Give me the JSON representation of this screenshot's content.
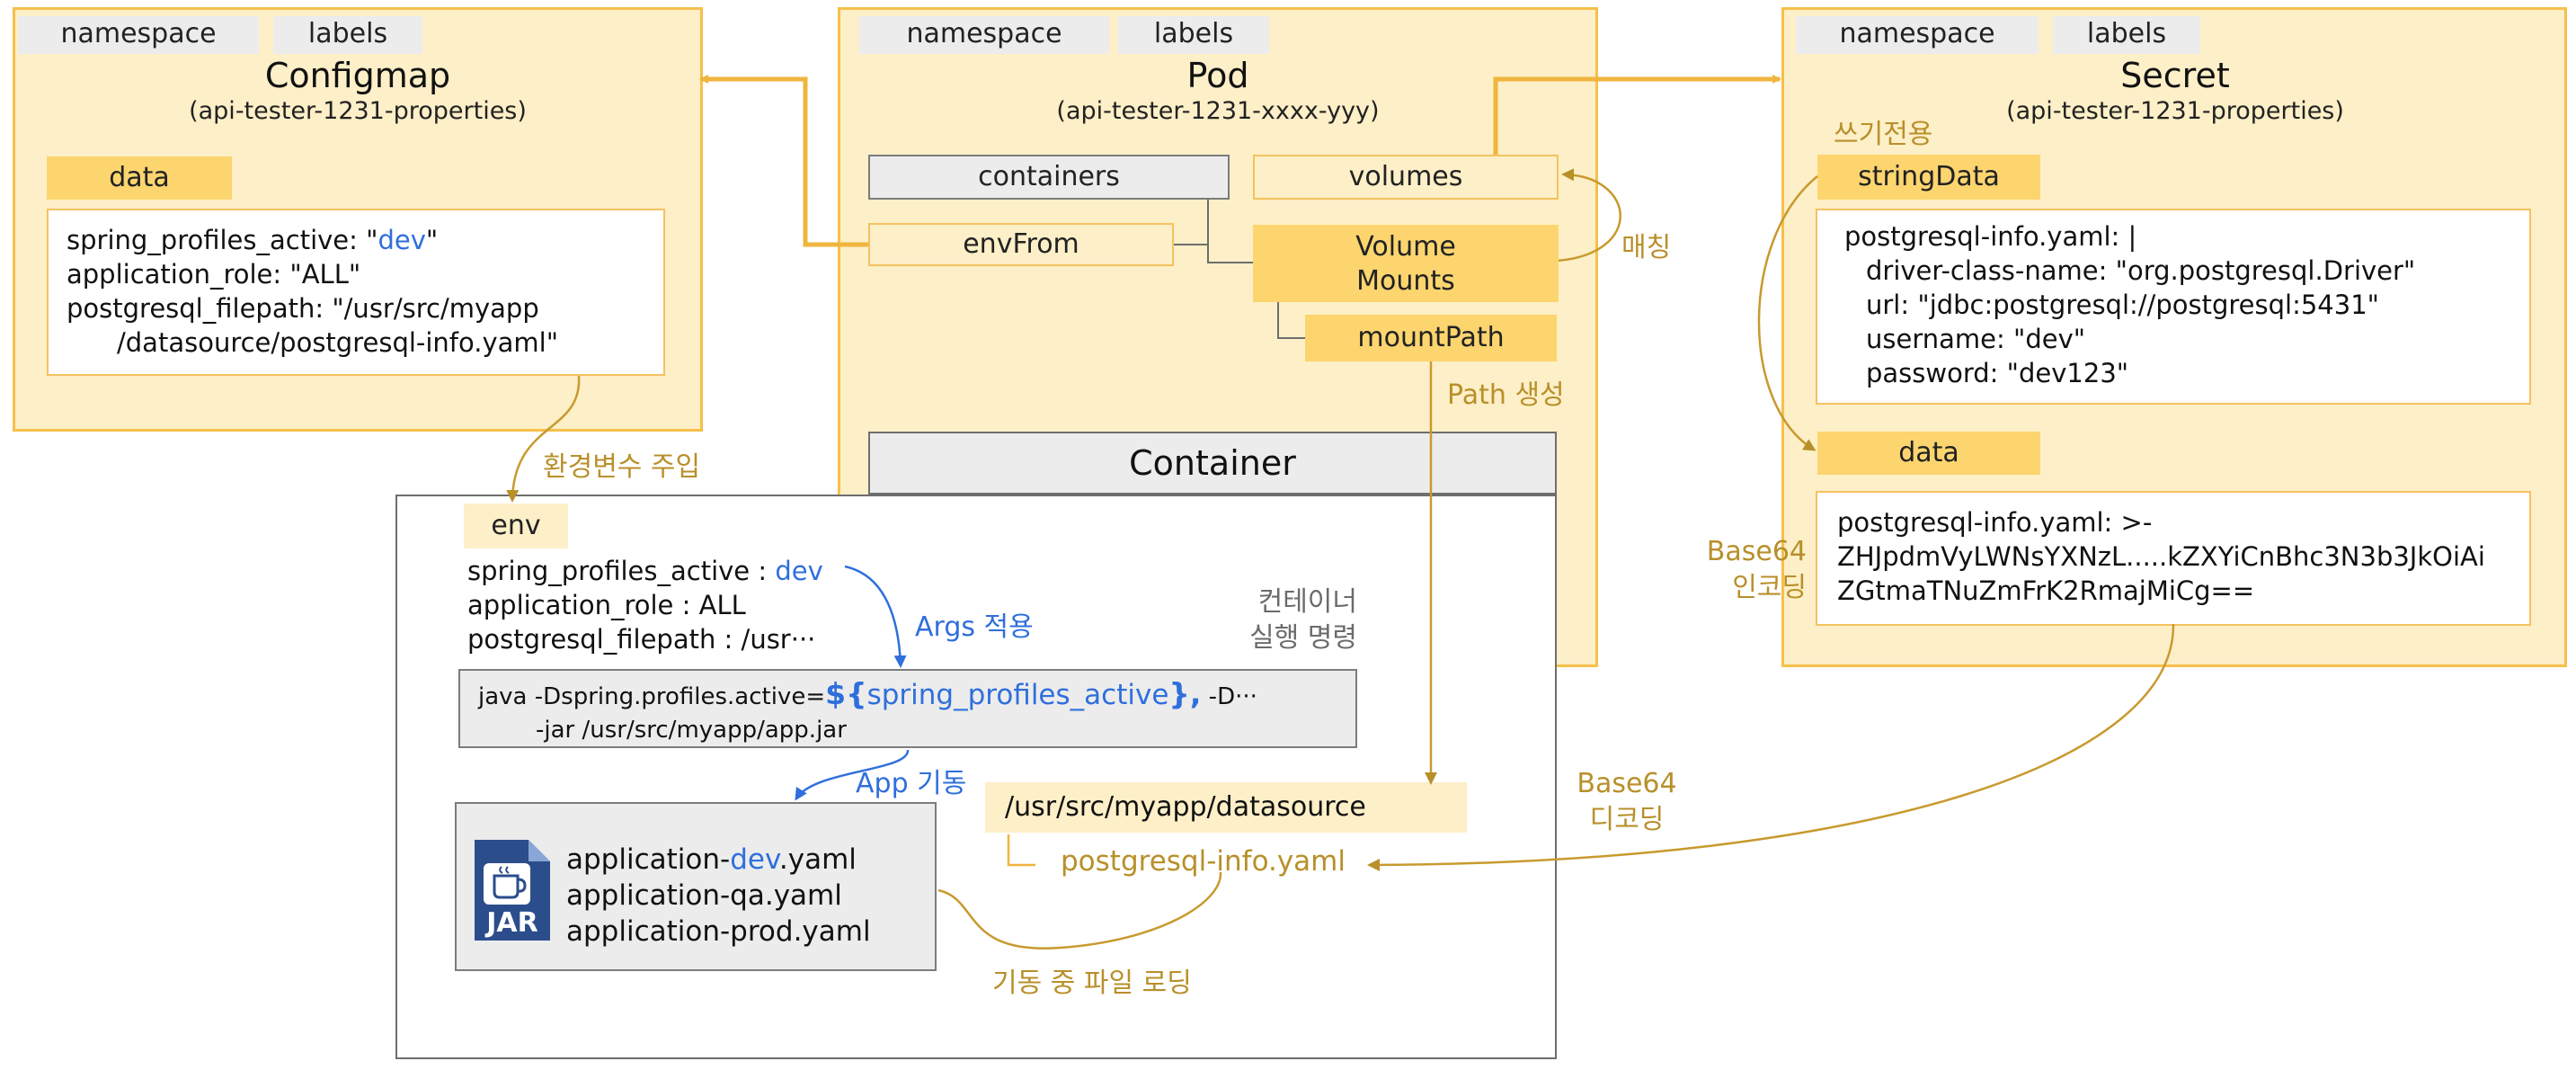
{
  "colors": {
    "panel_fill": "#fdefc7",
    "panel_border": "#f6c04b",
    "header_fill": "#fcd56f",
    "arrow_gold": "#f0b53e",
    "label_gold": "#b8902a",
    "accent_blue": "#2f6fdc",
    "container_border": "#6e6e6e"
  },
  "configmap": {
    "tag_namespace": "namespace",
    "tag_labels": "labels",
    "title": "Configmap",
    "subtitle": "(api-tester-1231-properties)",
    "data_header": "data",
    "entries": {
      "line1_key": "spring_profiles_active: \"",
      "line1_value": "dev",
      "line1_end": "\"",
      "line2": "application_role: \"ALL\"",
      "line3": "postgresql_filepath: \"/usr/src/myapp",
      "line4": "/datasource/postgresql-info.yaml\""
    }
  },
  "pod": {
    "tag_namespace": "namespace",
    "tag_labels": "labels",
    "title": "Pod",
    "subtitle": "(api-tester-1231-xxxx-yyy)",
    "containers": "containers",
    "volumes": "volumes",
    "envfrom": "envFrom",
    "volume_mounts_line1": "Volume",
    "volume_mounts_line2": "Mounts",
    "mount_path": "mountPath"
  },
  "secret": {
    "tag_namespace": "namespace",
    "tag_labels": "labels",
    "title": "Secret",
    "subtitle": "(api-tester-1231-properties)",
    "write_only": "쓰기전용",
    "string_data_header": "stringData",
    "string_data_lines": {
      "l1": "postgresql-info.yaml: |",
      "l2": "driver-class-name: \"org.postgresql.Driver\"",
      "l3": "url: \"jdbc:postgresql://postgresql:5431\"",
      "l4": "username: \"dev\"",
      "l5": "password: \"dev123\""
    },
    "data_header": "data",
    "data_lines": {
      "l1": "postgresql-info.yaml: >-",
      "l2": "ZHJpdmVyLWNsYXNzL.....kZXYiCnBhc3N3b3JkOiAi",
      "l3": "ZGtmaTNuZmFrK2RmajMiCg=="
    },
    "base64_encoding_l1": "Base64",
    "base64_encoding_l2": "인코딩"
  },
  "container": {
    "title": "Container",
    "env_header": "env",
    "env_l1_key": "spring_profiles_active : ",
    "env_l1_value": "dev",
    "env_l2": "application_role : ALL",
    "env_l3": "postgresql_filepath : /usr···",
    "run_command_l1": "컨테이너",
    "run_command_l2": "실행 명령",
    "cmd_prefix": "java -Dspring.profiles.active=",
    "cmd_dollar": "${",
    "cmd_var": "spring_profiles_active",
    "cmd_close": "},",
    "cmd_suffix": " -D···",
    "cmd_l2": "-jar /usr/src/myapp/app.jar",
    "jar_label": "JAR",
    "app_dev_prefix": "application-",
    "app_dev_value": "dev",
    "app_dev_suffix": ".yaml",
    "app_qa": "application-qa.yaml",
    "app_prod": "application-prod.yaml",
    "datasource_path": "/usr/src/myapp/datasource",
    "datasource_file": "postgresql-info.yaml"
  },
  "labels": {
    "env_injection": "환경변수 주입",
    "matching": "매칭",
    "path_creation": "Path 생성",
    "args_apply": "Args 적용",
    "app_start": "App 기동",
    "file_loading": "기동 중 파일 로딩",
    "base64_decoding_l1": "Base64",
    "base64_decoding_l2": "디코딩"
  }
}
